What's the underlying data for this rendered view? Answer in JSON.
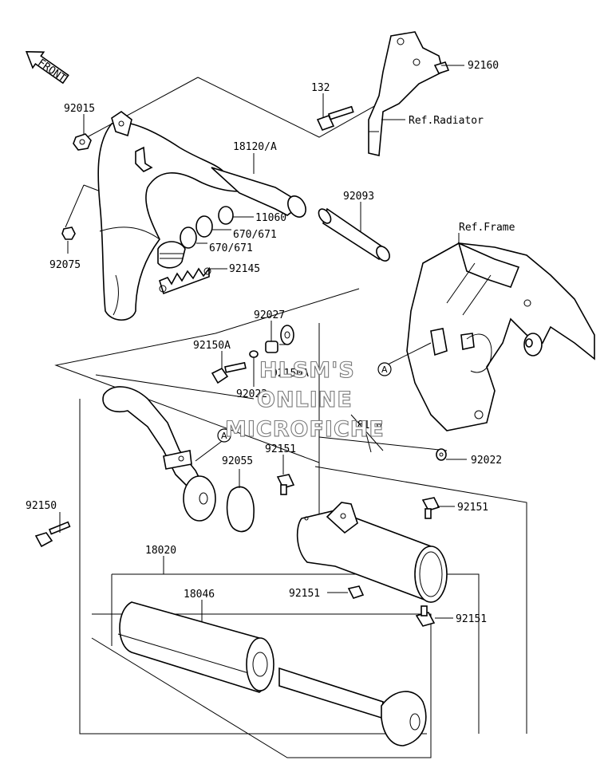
{
  "front_badge": "FRONT",
  "watermark": {
    "lines": [
      "HLSM'S",
      "ONLINE",
      "MICROFICHE"
    ]
  },
  "ref_marker": "A",
  "labels": {
    "p92160": "92160",
    "p132": "132",
    "ref_radiator": "Ref.Radiator",
    "p92015": "92015",
    "p18120a": "18120/A",
    "p92093": "92093",
    "p11060": "11060",
    "p670_1": "670/671",
    "p670_2": "670/671",
    "p92075": "92075",
    "p92145": "92145",
    "ref_frame": "Ref.Frame",
    "p92027": "92027",
    "p92150a_1": "92150A",
    "p92150a_2": "92150A",
    "p92022_1": "92022",
    "p18100": "18100",
    "p92055": "92055",
    "p92151_1": "92151",
    "p92022_2": "92022",
    "p92150": "92150",
    "p92151_2": "92151",
    "p18020": "18020",
    "p18046": "18046",
    "p92151_3": "92151",
    "p92151_4": "92151"
  },
  "colors": {
    "line": "#000000",
    "shade": "#d0d0d0",
    "watermark_outline": "#7a7a7a"
  }
}
